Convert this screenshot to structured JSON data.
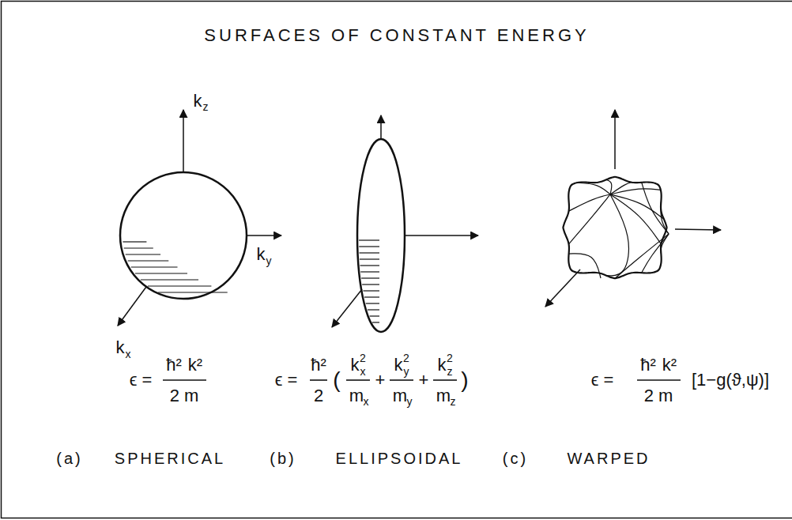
{
  "diagram": {
    "title": "SURFACES OF CONSTANT ENERGY",
    "labels": [
      "k",
      "z",
      "k",
      "y",
      "k",
      "x",
      "ϵ =",
      "ħ²",
      "k²",
      "2 m",
      "ϵ =",
      "ħ²",
      "2",
      "(",
      "k",
      "2",
      "x",
      "m",
      "x",
      "+",
      "k",
      "2",
      "y",
      "m",
      "y",
      "+",
      "k",
      "2",
      "z",
      "m",
      "z",
      ")",
      "ϵ =",
      "ħ²",
      "k²",
      "2 m",
      "[1−g(ϑ,ψ)]",
      "(a)",
      "SPHERICAL",
      "(b)",
      "ELLIPSOIDAL",
      "(c)",
      "WARPED"
    ]
  }
}
